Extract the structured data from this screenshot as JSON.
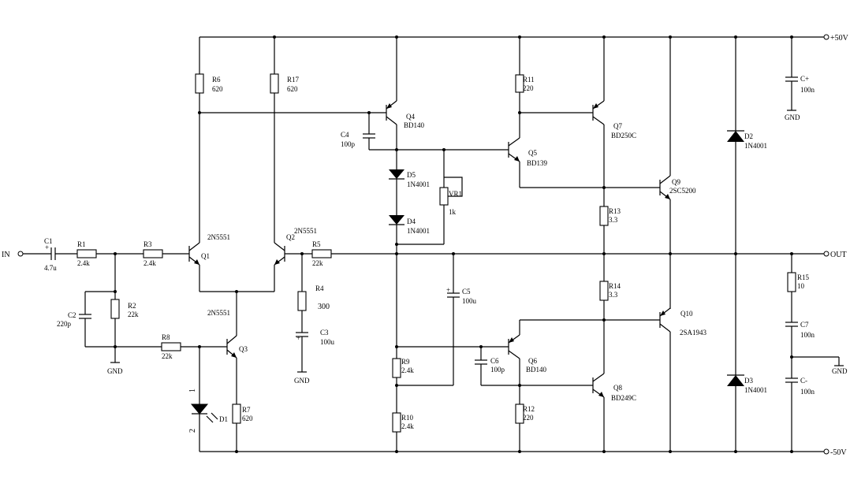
{
  "terminals": {
    "in": "IN",
    "out": "OUT",
    "vpos": "+50V",
    "vneg": "-50V",
    "gnd_right": "GND"
  },
  "components": {
    "C1": {
      "name": "C1",
      "value": "4.7u"
    },
    "R1": {
      "name": "R1",
      "value": "2.4k"
    },
    "R3": {
      "name": "R3",
      "value": "2.4k"
    },
    "R2": {
      "name": "R2",
      "value": "22k"
    },
    "C2": {
      "name": "C2",
      "value": "220p"
    },
    "R8": {
      "name": "R8",
      "value": "22k"
    },
    "R6": {
      "name": "R6",
      "value": "620"
    },
    "R17": {
      "name": "R17",
      "value": "620"
    },
    "Q1": {
      "name": "Q1",
      "value": "2N5551"
    },
    "Q2": {
      "name": "Q2",
      "value": "2N5551"
    },
    "Q3": {
      "name": "Q3",
      "value": "2N5551"
    },
    "R5": {
      "name": "R5",
      "value": "22k"
    },
    "R4": {
      "name": "R4",
      "value": "300"
    },
    "C3": {
      "name": "C3",
      "value": "100u"
    },
    "R7": {
      "name": "R7",
      "value": "620"
    },
    "D1": {
      "name": "D1",
      "pin1": "1",
      "pin2": "2"
    },
    "C4": {
      "name": "C4",
      "value": "100p"
    },
    "Q4": {
      "name": "Q4",
      "value": "BD140"
    },
    "D5": {
      "name": "D5",
      "value": "1N4001"
    },
    "D4": {
      "name": "D4",
      "value": "1N4001"
    },
    "VR1": {
      "name": "VR1",
      "value": "1k"
    },
    "C5": {
      "name": "C5",
      "value": "100u"
    },
    "R9": {
      "name": "R9",
      "value": "2.4k"
    },
    "R10": {
      "name": "R10",
      "value": "2.4k"
    },
    "R11": {
      "name": "R11",
      "value": "220"
    },
    "Q5": {
      "name": "Q5",
      "value": "BD139"
    },
    "C6": {
      "name": "C6",
      "value": "100p"
    },
    "Q6": {
      "name": "Q6",
      "value": "BD140"
    },
    "R12": {
      "name": "R12",
      "value": "220"
    },
    "Q7": {
      "name": "Q7",
      "value": "BD250C"
    },
    "Q8": {
      "name": "Q8",
      "value": "BD249C"
    },
    "R13": {
      "name": "R13",
      "value": "3.3"
    },
    "R14": {
      "name": "R14",
      "value": "3.3"
    },
    "Q9": {
      "name": "Q9",
      "value": "2SC5200"
    },
    "Q10": {
      "name": "Q10",
      "value": "2SA1943"
    },
    "D2": {
      "name": "D2",
      "value": "1N4001"
    },
    "D3": {
      "name": "D3",
      "value": "1N4001"
    },
    "Cp": {
      "name": "C+",
      "value": "100n"
    },
    "Cm": {
      "name": "C-",
      "value": "100n"
    },
    "R15": {
      "name": "R15",
      "value": "10"
    },
    "C7": {
      "name": "C7",
      "value": "100n"
    }
  },
  "grounds": {
    "g1": "GND",
    "g2": "GND",
    "g3": "GND"
  }
}
